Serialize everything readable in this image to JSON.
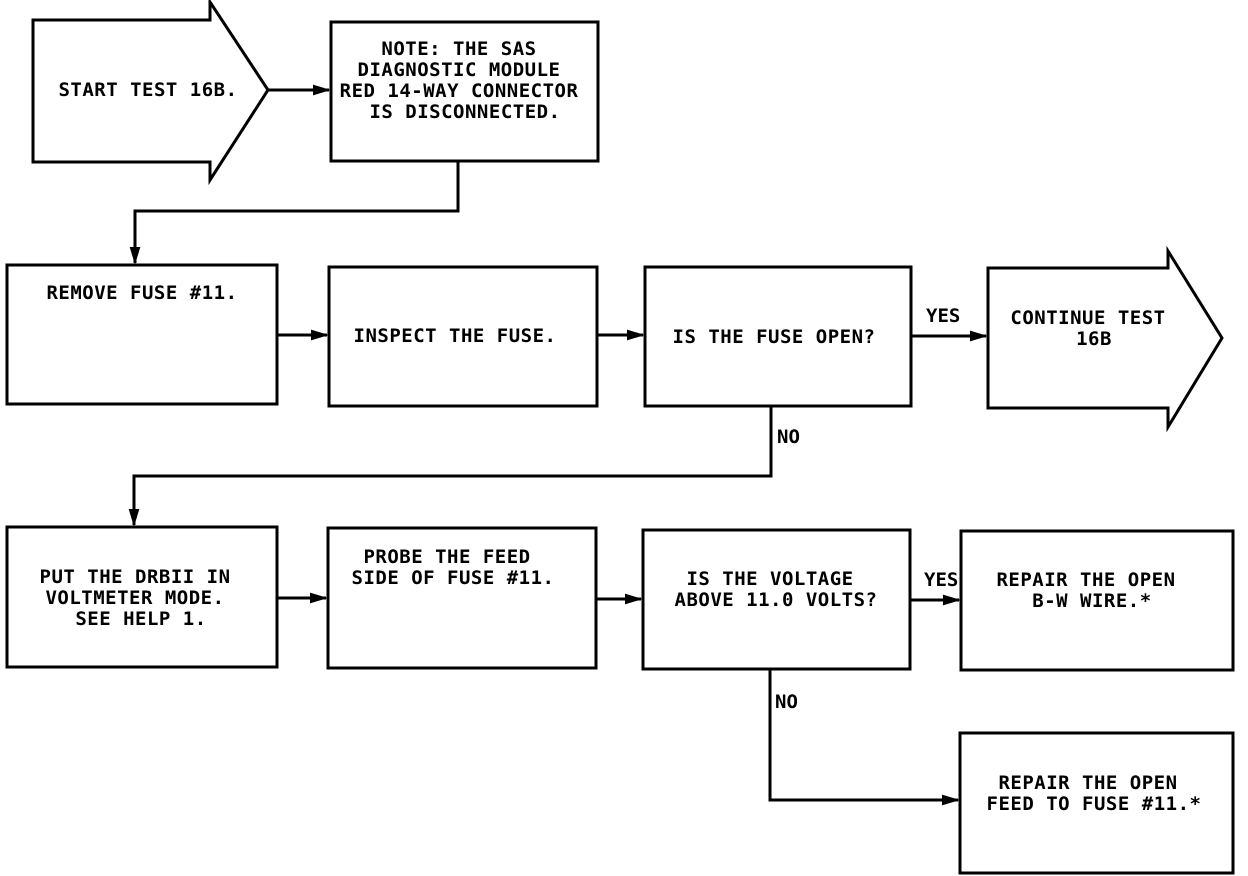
{
  "nodes": {
    "start": {
      "lines": [
        "START TEST 16B."
      ]
    },
    "note": {
      "lines": [
        "NOTE:  THE SAS",
        "DIAGNOSTIC MODULE",
        "RED 14-WAY CONNECTOR",
        "IS DISCONNECTED."
      ]
    },
    "remove_fuse": {
      "lines": [
        "REMOVE FUSE #11."
      ]
    },
    "inspect_fuse": {
      "lines": [
        "INSPECT THE FUSE."
      ]
    },
    "fuse_open": {
      "lines": [
        "IS THE FUSE OPEN?"
      ]
    },
    "continue": {
      "lines": [
        "CONTINUE TEST",
        "16B"
      ]
    },
    "put_drb": {
      "lines": [
        "PUT THE DRBII IN",
        "VOLTMETER MODE.",
        "SEE HELP 1."
      ]
    },
    "probe_feed": {
      "lines": [
        "PROBE THE FEED",
        "SIDE OF FUSE #11."
      ]
    },
    "voltage": {
      "lines": [
        "IS THE VOLTAGE",
        "ABOVE 11.0 VOLTS?"
      ]
    },
    "repair_bw": {
      "lines": [
        "REPAIR THE OPEN",
        "B-W WIRE.*"
      ]
    },
    "repair_feed": {
      "lines": [
        "REPAIR THE OPEN",
        "FEED TO FUSE #11.*"
      ]
    }
  },
  "edges": {
    "yes1": "YES",
    "no1": "NO",
    "yes2": "YES",
    "no2": "NO"
  }
}
